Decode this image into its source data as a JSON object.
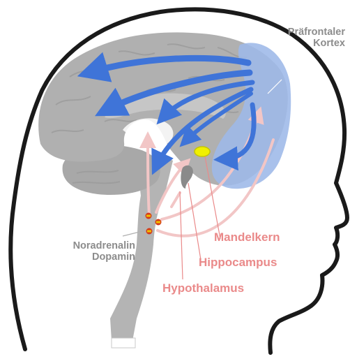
{
  "labels": {
    "prefrontal_line1": "Präfrontaler",
    "prefrontal_line2": "Kortex",
    "mandelkern": "Mandelkern",
    "hippocampus": "Hippocampus",
    "hypothalamus": "Hypothalamus",
    "noradrenalin": "Noradrenalin",
    "dopamin": "Dopamin"
  },
  "colors": {
    "head_outline": "#1a1a1a",
    "brain_fill": "#b0b0b0",
    "brain_gyri": "#9a9a9a",
    "prefrontal_region": "#9db8e8",
    "projection_arrow": "#3f74d8",
    "pathway_pink": "#f2c6c6",
    "amygdala": "#f0f000",
    "nucleus_red": "#d43a1a",
    "label_gray": "#8c8c8c",
    "label_pink": "#ea8a8a"
  }
}
